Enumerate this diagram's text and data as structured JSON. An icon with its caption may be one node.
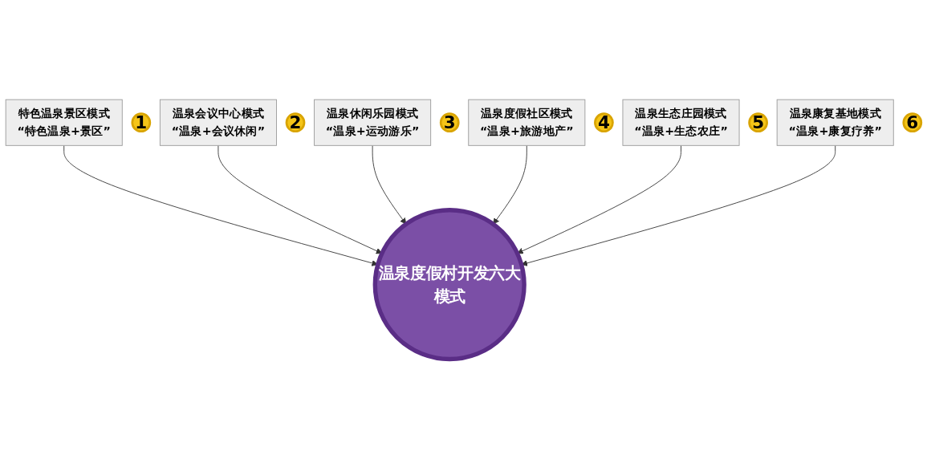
{
  "diagram": {
    "nodes": [
      {
        "text": [
          "温泉度假村开发六大模式"
        ]
      },
      {
        "text": [
          "特色温泉景区模式",
          "“特色温泉+景区”"
        ]
      },
      {
        "text": [
          "1"
        ]
      },
      {
        "text": [
          "温泉会议中心模式",
          "“温泉+会议休闲”"
        ]
      },
      {
        "text": [
          "2"
        ]
      },
      {
        "text": [
          "温泉休闲乐园模式",
          "“温泉+运动游乐”"
        ]
      },
      {
        "text": [
          "3"
        ]
      },
      {
        "text": [
          "温泉度假社区模式",
          "“温泉+旅游地产”"
        ]
      },
      {
        "text": [
          "4"
        ]
      },
      {
        "text": [
          "温泉生态庄园模式",
          "“温泉+生态农庄”"
        ]
      },
      {
        "text": [
          "5"
        ]
      },
      {
        "text": [
          "温泉康复基地模式",
          "“温泉+康复疗养”"
        ]
      },
      {
        "text": [
          "6"
        ]
      }
    ],
    "edges": [
      {
        "from": 1,
        "to": 0,
        "arrow": "to"
      },
      {
        "from": 3,
        "to": 0,
        "arrow": "to"
      },
      {
        "from": 5,
        "to": 0,
        "arrow": "to"
      },
      {
        "from": 7,
        "to": 0,
        "arrow": "to"
      },
      {
        "from": 9,
        "to": 0,
        "arrow": "to"
      },
      {
        "from": 11,
        "to": 0,
        "arrow": "to"
      }
    ]
  }
}
